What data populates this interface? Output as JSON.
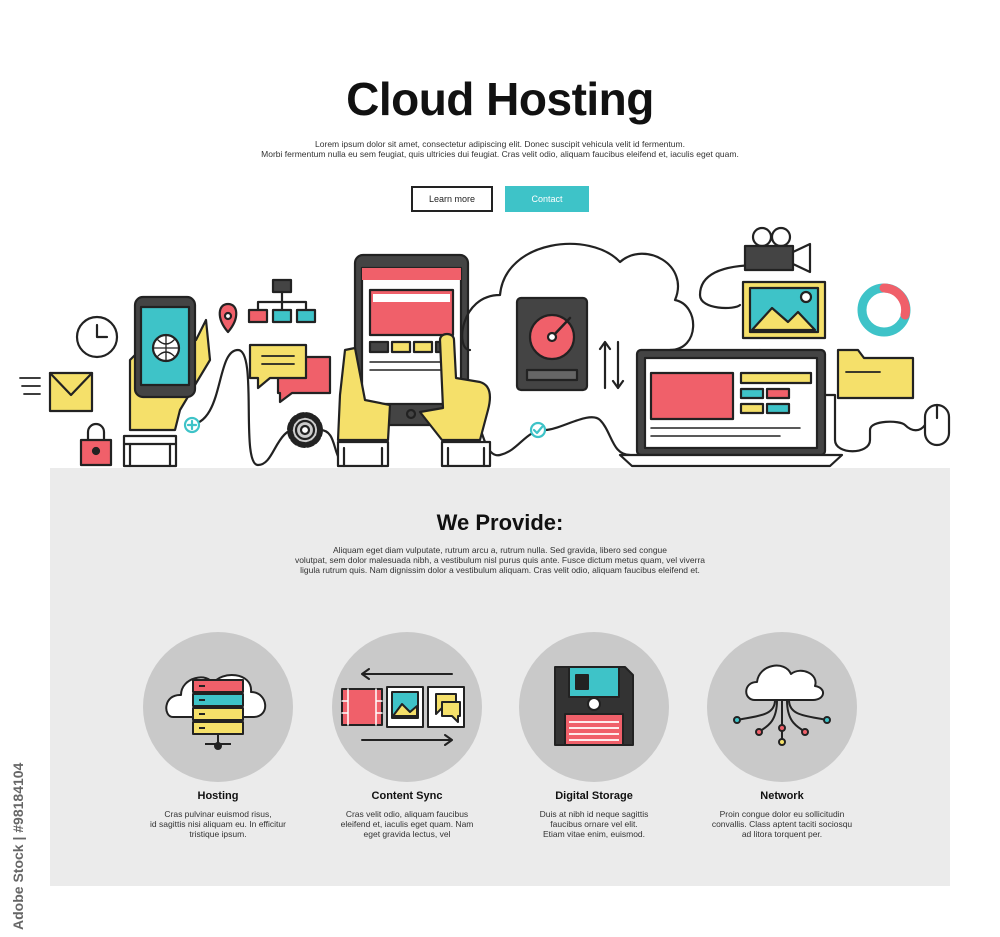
{
  "header": {
    "title": "Cloud Hosting",
    "intro_lines": [
      "Lorem ipsum dolor sit amet, consectetur adipiscing elit. Donec suscipit vehicula velit id fermentum.",
      "Morbi fermentum nulla eu sem feugiat, quis ultricies dui feugiat. Cras velit odio, aliquam faucibus eleifend et, iaculis eget quam."
    ],
    "learn_more": "Learn more",
    "contact": "Contact"
  },
  "provide": {
    "title": "We Provide:",
    "lines": [
      "Aliquam eget diam vulputate, rutrum arcu a, rutrum nulla.  Sed gravida, libero sed congue",
      "volutpat,  sem dolor malesuada nibh, a vestibulum nisl purus quis ante. Fusce dictum metus quam, vel viverra",
      "ligula rutrum quis. Nam dignissim dolor a vestibulum aliquam. Cras velit odio, aliquam faucibus eleifend et."
    ]
  },
  "features": [
    {
      "title": "Hosting",
      "icon": "server-cloud-icon",
      "lines": [
        "Cras pulvinar euismod risus,",
        "id sagittis nisi aliquam eu. In efficitur",
        "tristique ipsum."
      ]
    },
    {
      "title": "Content Sync",
      "icon": "content-sync-icon",
      "lines": [
        "Cras velit odio, aliquam faucibus",
        "eleifend et, iaculis eget quam. Nam",
        "eget gravida lectus, vel"
      ]
    },
    {
      "title": "Digital Storage",
      "icon": "floppy-disk-icon",
      "lines": [
        "Duis at nibh id neque sagittis",
        "faucibus ornare vel elit.",
        "Etiam vitae enim, euismod."
      ]
    },
    {
      "title": "Network",
      "icon": "cloud-network-icon",
      "lines": [
        "Proin congue dolor eu sollicitudin",
        "convallis. Class aptent taciti sociosqu",
        "ad litora torquent per."
      ]
    }
  ],
  "watermark": "Adobe Stock | #98184104",
  "colors": {
    "teal": "#3ec3c8",
    "red": "#f0606a",
    "yellow": "#f5e06a",
    "gray_panel": "#ebebeb",
    "circle": "#c9c9c9"
  }
}
